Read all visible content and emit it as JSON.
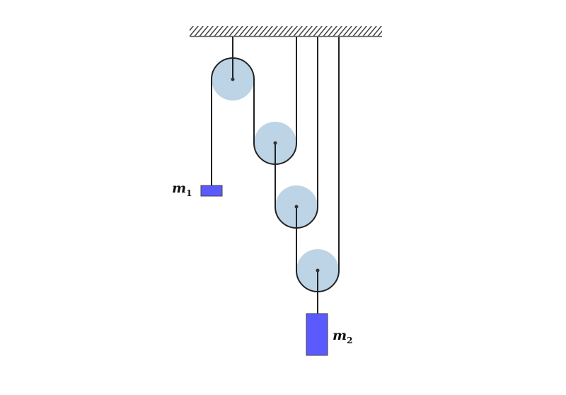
{
  "labels": {
    "m1": "m",
    "m1_sub": "1",
    "m2": "m",
    "m2_sub": "2"
  },
  "colors": {
    "pulley": "#bcd4e6",
    "mass": "#5a5aff",
    "rope": "#222222"
  }
}
